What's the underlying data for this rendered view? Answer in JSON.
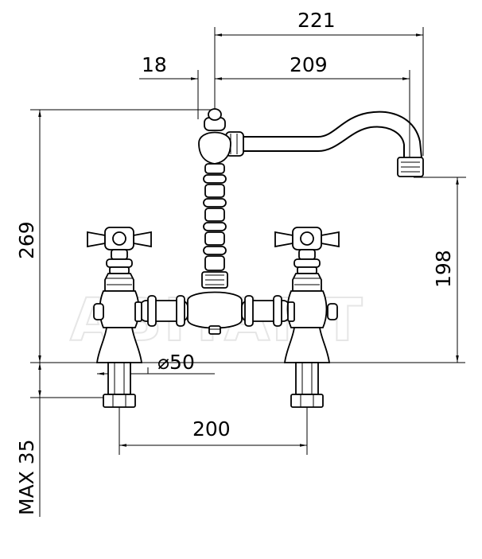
{
  "dimensions": {
    "spout_reach_total": "221",
    "spout_reach": "209",
    "column_offset": "18",
    "total_height": "269",
    "spout_clearance": "198",
    "base_diameter": "⌀50",
    "center_distance": "200",
    "max_deck_thickness": "MAX 35"
  },
  "watermark": "ABITANT",
  "colors": {
    "line": "#000000",
    "background": "#ffffff",
    "watermark": "#e6e6e6"
  }
}
